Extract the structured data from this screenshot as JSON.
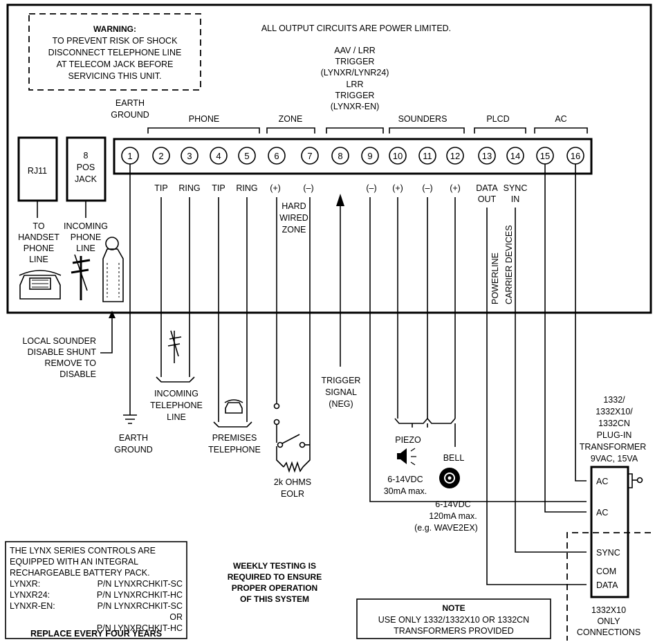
{
  "warning": {
    "title": "WARNING:",
    "lines": [
      "TO PREVENT RISK OF SHOCK",
      "DISCONNECT TELEPHONE LINE",
      "AT TELECOM JACK BEFORE",
      "SERVICING THIS UNIT."
    ]
  },
  "power_note": "ALL OUTPUT CIRCUITS ARE POWER LIMITED.",
  "trigger_header": [
    "AAV / LRR",
    "TRIGGER",
    "(LYNXR/LYNR24)",
    "LRR",
    "TRIGGER",
    "(LYNXR-EN)"
  ],
  "groups": {
    "earth_ground": [
      "EARTH",
      "GROUND"
    ],
    "phone": "PHONE",
    "zone": "ZONE",
    "sounders": "SOUNDERS",
    "plcd": "PLCD",
    "ac": "AC"
  },
  "terminals": [
    "1",
    "2",
    "3",
    "4",
    "5",
    "6",
    "7",
    "8",
    "9",
    "10",
    "11",
    "12",
    "13",
    "14",
    "15",
    "16"
  ],
  "terminal_labels": {
    "t2": "TIP",
    "t3": "RING",
    "t4": "TIP",
    "t5": "RING",
    "t6": "(+)",
    "t7": "(–)",
    "t9": "(–)",
    "t10": "(+)",
    "t11": "(–)",
    "t12": "(+)",
    "t13": [
      "DATA",
      "OUT"
    ],
    "t14": [
      "SYNC",
      "IN"
    ]
  },
  "jacks": {
    "rj11": "RJ11",
    "pos_jack": [
      "8",
      "POS",
      "JACK"
    ]
  },
  "to_handset": [
    "TO",
    "HANDSET",
    "PHONE",
    "LINE"
  ],
  "incoming_phone_line": [
    "INCOMING",
    "PHONE",
    "LINE"
  ],
  "hard_wired_zone": [
    "HARD",
    "WIRED",
    "ZONE"
  ],
  "powerline": [
    "POWERLINE",
    "CARRIER DEVICES"
  ],
  "local_sounder": [
    "LOCAL SOUNDER",
    "DISABLE SHUNT",
    "REMOVE TO",
    "DISABLE"
  ],
  "incoming_telephone_line": [
    "INCOMING",
    "TELEPHONE",
    "LINE"
  ],
  "earth_ground_bottom": [
    "EARTH",
    "GROUND"
  ],
  "premises_telephone": [
    "PREMISES",
    "TELEPHONE"
  ],
  "eolr": [
    "2k OHMS",
    "EOLR"
  ],
  "trigger_signal": [
    "TRIGGER",
    "SIGNAL",
    "(NEG)"
  ],
  "piezo": {
    "label": "PIEZO",
    "spec": [
      "6-14VDC",
      "30mA max."
    ]
  },
  "bell": {
    "label": "BELL",
    "spec": [
      "6-14VDC",
      "120mA max.",
      "(e.g. WAVE2EX)"
    ]
  },
  "transformer": {
    "label": [
      "1332/",
      "1332X10/",
      "1332CN",
      "PLUG-IN",
      "TRANSFORMER",
      "9VAC, 15VA"
    ],
    "terminals": [
      "AC",
      "AC",
      "SYNC",
      "COM",
      "DATA"
    ]
  },
  "x10_only": [
    "1332X10",
    "ONLY",
    "CONNECTIONS"
  ],
  "battery_box": {
    "lines": [
      "THE LYNX SERIES CONTROLS ARE",
      "EQUIPPED WITH AN INTEGRAL",
      "RECHARGEABLE BATTERY PACK."
    ],
    "rows": [
      {
        "model": "LYNXR:",
        "part": "P/N LYNXRCHKIT-SC"
      },
      {
        "model": "LYNXR24:",
        "part": "P/N LYNXRCHKIT-HC"
      },
      {
        "model": "LYNXR-EN:",
        "part": "P/N LYNXRCHKIT-SC"
      },
      {
        "model": "",
        "part": "OR"
      },
      {
        "model": "",
        "part": "P/N LYNXRCHKIT-HC"
      }
    ],
    "footer": "REPLACE EVERY FOUR YEARS"
  },
  "weekly_testing": [
    "WEEKLY TESTING IS",
    "REQUIRED TO ENSURE",
    "PROPER OPERATION",
    "OF THIS SYSTEM"
  ],
  "note": {
    "title": "NOTE",
    "lines": [
      "USE ONLY 1332/1332X10 OR 1332CN",
      "TRANSFORMERS PROVIDED"
    ]
  }
}
